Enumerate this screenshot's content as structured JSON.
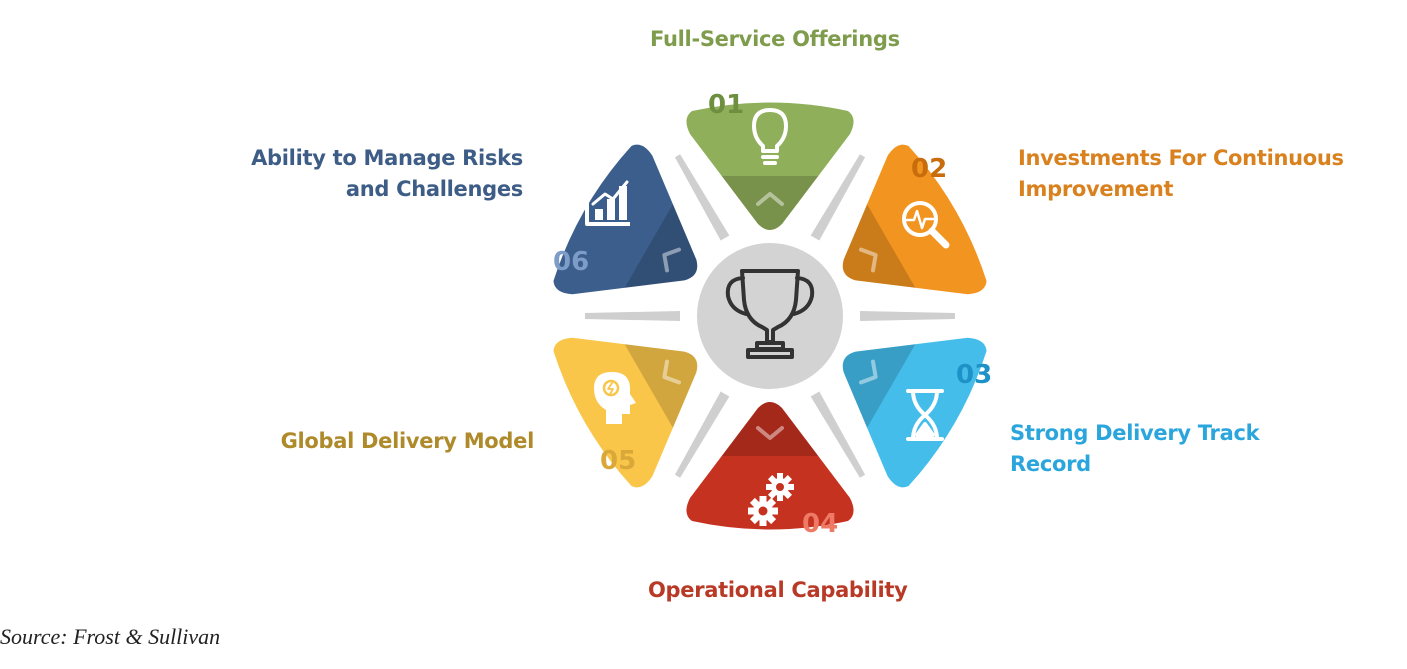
{
  "center": {
    "icon": "trophy-icon"
  },
  "items": [
    {
      "number": "01",
      "label_lines": [
        "Full-Service Offerings"
      ],
      "icon": "lightbulb-icon",
      "color": "#8FAF5A",
      "label_color": "#7E9C4C",
      "number_color": "#6E8E40"
    },
    {
      "number": "02",
      "label_lines": [
        "Investments For Continuous",
        "Improvement"
      ],
      "icon": "magnifier-pulse-icon",
      "color": "#F29420",
      "label_color": "#D9811E",
      "number_color": "#C86C0C"
    },
    {
      "number": "03",
      "label_lines": [
        "Strong Delivery Track",
        "Record"
      ],
      "icon": "hourglass-icon",
      "color": "#45BDEB",
      "label_color": "#2AA6DD",
      "number_color": "#1E92C6"
    },
    {
      "number": "04",
      "label_lines": [
        "Operational Capability"
      ],
      "icon": "gears-icon",
      "color": "#C53220",
      "label_color": "#B83A26",
      "number_color": "#EE7A66"
    },
    {
      "number": "05",
      "label_lines": [
        "Global Delivery Model"
      ],
      "icon": "head-idea-icon",
      "color": "#F9C64A",
      "label_color": "#AE8A2B",
      "number_color": "#D9A838"
    },
    {
      "number": "06",
      "label_lines": [
        "Ability to Manage Risks",
        "and Challenges"
      ],
      "icon": "bar-chart-icon",
      "color": "#3B5E8C",
      "label_color": "#3D5D86",
      "number_color": "#7E9CC8"
    }
  ],
  "source": "Source: Frost & Sullivan"
}
